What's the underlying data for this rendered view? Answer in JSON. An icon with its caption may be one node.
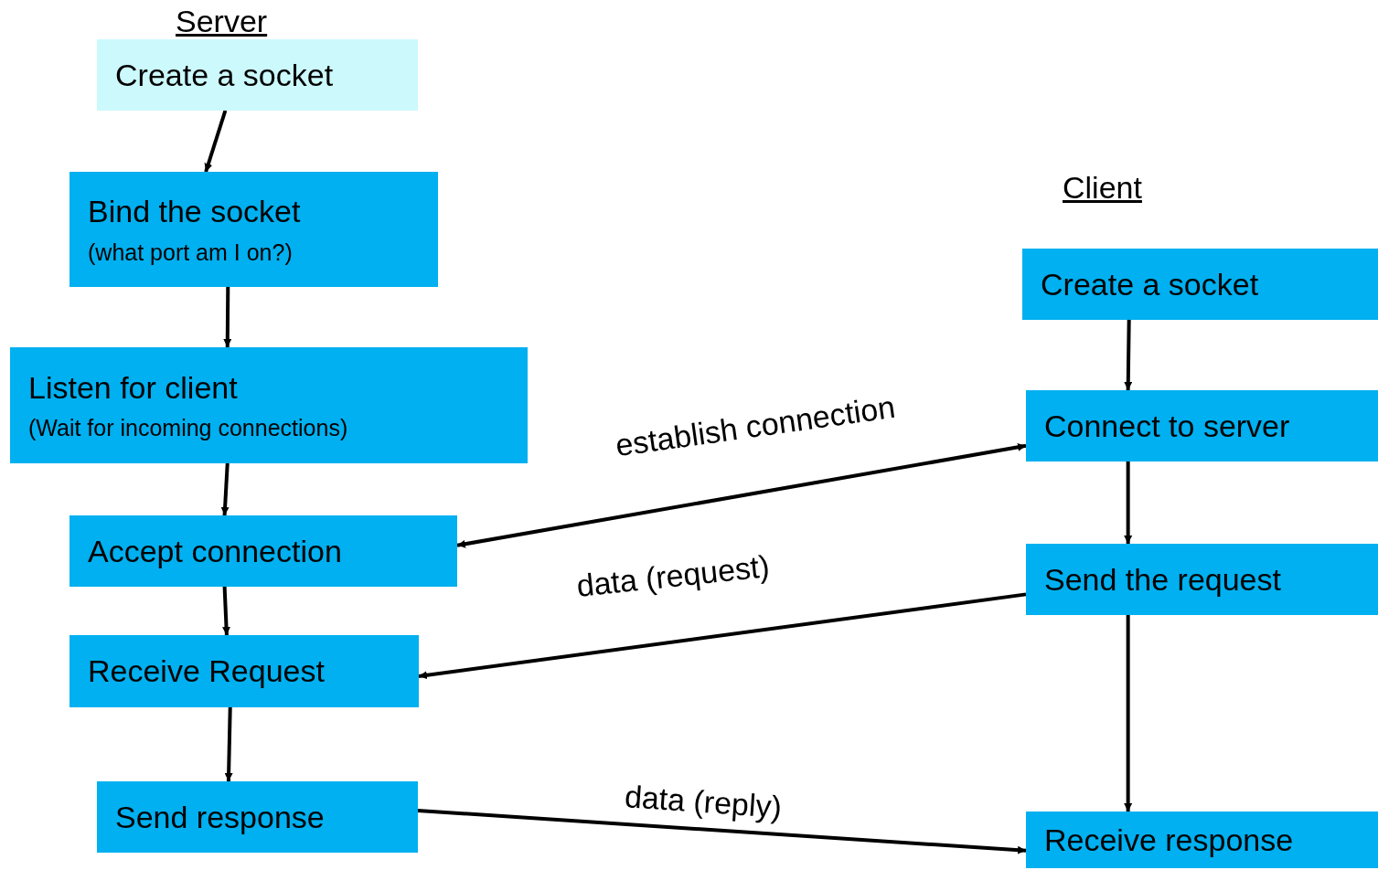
{
  "diagram": {
    "nodes": [
      {
        "text": [
          "Create a socket"
        ]
      },
      {
        "text": [
          "Bind the socket",
          "(what port am I on?)"
        ]
      },
      {
        "text": [
          "Listen for client",
          "(Wait for incoming connections)"
        ]
      },
      {
        "text": [
          "Accept connection"
        ]
      },
      {
        "text": [
          "Receive Request"
        ]
      },
      {
        "text": [
          "Send response"
        ]
      },
      {
        "text": [
          "Create a socket"
        ]
      },
      {
        "text": [
          "Connect to server"
        ]
      },
      {
        "text": [
          "Send the request"
        ]
      },
      {
        "text": [
          "Receive response"
        ]
      }
    ],
    "edges": [
      {
        "from": 0,
        "to": 1,
        "arrow": "to"
      },
      {
        "from": 1,
        "to": 2,
        "arrow": "to"
      },
      {
        "from": 2,
        "to": 3,
        "arrow": "to"
      },
      {
        "from": 3,
        "to": 4,
        "arrow": "to"
      },
      {
        "from": 4,
        "to": 5,
        "arrow": "to"
      },
      {
        "from": 6,
        "to": 7,
        "arrow": "to"
      },
      {
        "from": 7,
        "to": 8,
        "arrow": "to"
      },
      {
        "from": 8,
        "to": 9,
        "arrow": "to"
      },
      {
        "from": 7,
        "to": 3,
        "arrow": "both",
        "label": "establish connection"
      },
      {
        "from": 8,
        "to": 4,
        "arrow": "to",
        "label": "data (request)"
      },
      {
        "from": 5,
        "to": 9,
        "arrow": "to",
        "label": "data (reply)"
      }
    ],
    "labels": [
      "Server",
      "Client"
    ]
  }
}
